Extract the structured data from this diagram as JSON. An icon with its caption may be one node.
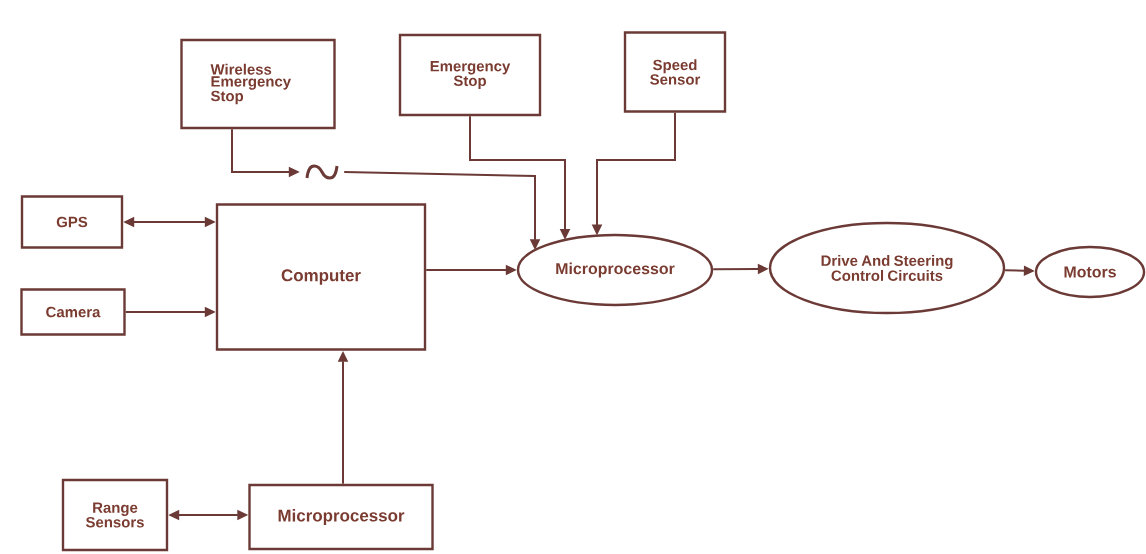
{
  "diagram": {
    "nodes": [
      {
        "text": [
          "Wireless Emergency Stop"
        ]
      },
      {
        "text": [
          "Emergency Stop"
        ]
      },
      {
        "text": [
          "Speed Sensor"
        ]
      },
      {
        "text": [],
        "shape": "picture"
      },
      {
        "text": [
          "GPS"
        ]
      },
      {
        "text": [
          "Camera"
        ]
      },
      {
        "text": [
          "Computer"
        ]
      },
      {
        "text": [
          "Microprocessor"
        ]
      },
      {
        "text": [
          "Drive And Steering Control Circuits"
        ]
      },
      {
        "text": [
          "Motors"
        ]
      },
      {
        "text": [
          "Range Sensors"
        ]
      },
      {
        "text": [
          "Microprocessor"
        ]
      }
    ],
    "edges": [
      {
        "from": 0,
        "to": 3,
        "arrow": "to"
      },
      {
        "from": 3,
        "to": 7,
        "arrow": "to"
      },
      {
        "from": 1,
        "to": 7,
        "arrow": "to"
      },
      {
        "from": 2,
        "to": 7,
        "arrow": "to"
      },
      {
        "from": 4,
        "to": 6,
        "arrow": "both"
      },
      {
        "from": 5,
        "to": 6,
        "arrow": "to"
      },
      {
        "from": 6,
        "to": 7,
        "arrow": "to"
      },
      {
        "from": 7,
        "to": 8,
        "arrow": "to"
      },
      {
        "from": 8,
        "to": 9,
        "arrow": "to"
      },
      {
        "from": 10,
        "to": 11,
        "arrow": "both"
      },
      {
        "from": 11,
        "to": 6,
        "arrow": "to"
      }
    ]
  }
}
